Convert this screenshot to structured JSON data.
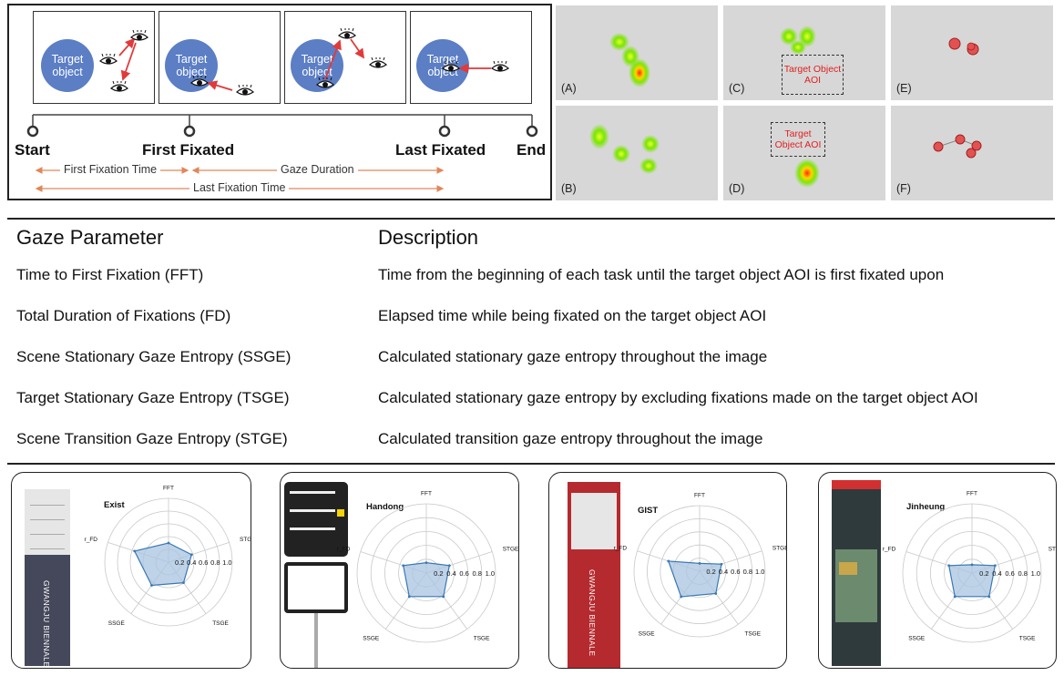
{
  "timeline": {
    "frames": [
      {
        "target_text": "Target object"
      },
      {
        "target_text": "Target object"
      },
      {
        "target_text": "Target object"
      },
      {
        "target_text": "Target object"
      }
    ],
    "milestones": [
      "Start",
      "First Fixated",
      "Last Fixated",
      "End"
    ],
    "spans": {
      "first_fixation_time": "First Fixation Time",
      "gaze_duration": "Gaze Duration",
      "last_fixation_time": "Last Fixation Time"
    },
    "arrow_color": "#e13a3a",
    "span_color": "#e0875a",
    "target_color": "#5b7ec5"
  },
  "heatmaps": {
    "labels": [
      "(A)",
      "(B)",
      "(C)",
      "(D)",
      "(E)",
      "(F)"
    ],
    "aoi_text": "Target Object AOI",
    "background": "#d7d7d7"
  },
  "table": {
    "headers": {
      "param": "Gaze Parameter",
      "desc": "Description"
    },
    "rows": [
      {
        "param": "Time to First Fixation (FFT)",
        "desc": "Time from the beginning of each task until the target object AOI is first fixated upon"
      },
      {
        "param": "Total Duration of Fixations (FD)",
        "desc": "Elapsed time while being fixated on the target object AOI"
      },
      {
        "param": "Scene Stationary Gaze Entropy (SSGE)",
        "desc": "Calculated stationary gaze entropy throughout the image"
      },
      {
        "param": "Target Stationary Gaze Entropy (TSGE)",
        "desc": "Calculated stationary gaze entropy by excluding fixations made on the target object AOI"
      },
      {
        "param": "Scene Transition Gaze Entropy (STGE)",
        "desc": "Calculated transition gaze entropy throughout the image"
      }
    ]
  },
  "chart_data": [
    {
      "type": "radar",
      "title": "Exist",
      "axes": [
        "FFT",
        "STGE",
        "TSGE",
        "SSGE",
        "r_FD"
      ],
      "radial_ticks": [
        "0.2",
        "0.4",
        "0.6",
        "0.8",
        "1.0"
      ],
      "rlim": [
        0,
        1
      ],
      "values": [
        0.3,
        0.38,
        0.4,
        0.45,
        0.56
      ]
    },
    {
      "type": "radar",
      "title": "Handong",
      "axes": [
        "FFT",
        "STGE",
        "TSGE",
        "SSGE",
        "r_FD"
      ],
      "radial_ticks": [
        "0.2",
        "0.4",
        "0.6",
        "0.8",
        "1.0"
      ],
      "rlim": [
        0,
        1
      ],
      "values": [
        0.15,
        0.35,
        0.42,
        0.42,
        0.35
      ]
    },
    {
      "type": "radar",
      "title": "GIST",
      "axes": [
        "FFT",
        "STGE",
        "TSGE",
        "SSGE",
        "r_FD"
      ],
      "radial_ticks": [
        "0.2",
        "0.4",
        "0.6",
        "0.8",
        "1.0"
      ],
      "rlim": [
        0,
        1
      ],
      "values": [
        0.12,
        0.35,
        0.42,
        0.48,
        0.5
      ]
    },
    {
      "type": "radar",
      "title": "Jinheung",
      "axes": [
        "FFT",
        "STGE",
        "TSGE",
        "SSGE",
        "r_FD"
      ],
      "radial_ticks": [
        "0.2",
        "0.4",
        "0.6",
        "0.8",
        "1.0"
      ],
      "rlim": [
        0,
        1
      ],
      "values": [
        0.12,
        0.35,
        0.42,
        0.42,
        0.35
      ]
    }
  ],
  "cards": [
    {
      "signage_vertical": "GWANGJU BIENNALE",
      "sign_color": "#45485a"
    },
    {
      "signage_vertical": "",
      "sign_color": "#222222"
    },
    {
      "signage_vertical": "GWANGJU BIENNALE",
      "sign_color": "#b52a2e"
    },
    {
      "signage_vertical": "",
      "sign_color": "#2f3a3c"
    }
  ],
  "colors": {
    "radar_fill": "#a9c4e0",
    "radar_stroke": "#3a78b5"
  }
}
